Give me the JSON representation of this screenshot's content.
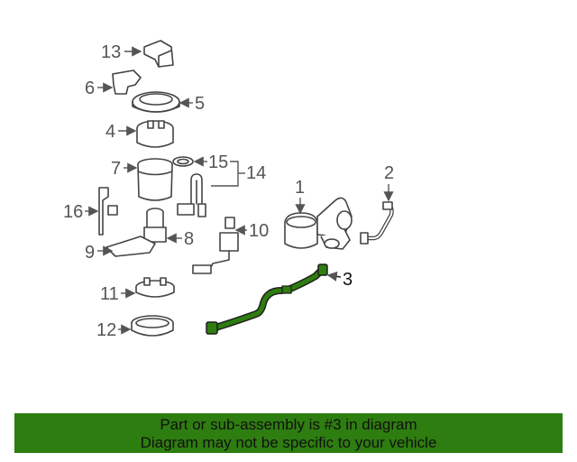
{
  "callouts": {
    "c1": "1",
    "c2": "2",
    "c3": "3",
    "c4": "4",
    "c5": "5",
    "c6": "6",
    "c7": "7",
    "c8": "8",
    "c9": "9",
    "c10": "10",
    "c11": "11",
    "c12": "12",
    "c13": "13",
    "c14": "14",
    "c15": "15",
    "c16": "16"
  },
  "highlight_color": "#2e7d10",
  "banner": {
    "line1": "Part or sub-assembly is #3 in diagram",
    "line2": "Diagram may not be specific to your vehicle"
  }
}
